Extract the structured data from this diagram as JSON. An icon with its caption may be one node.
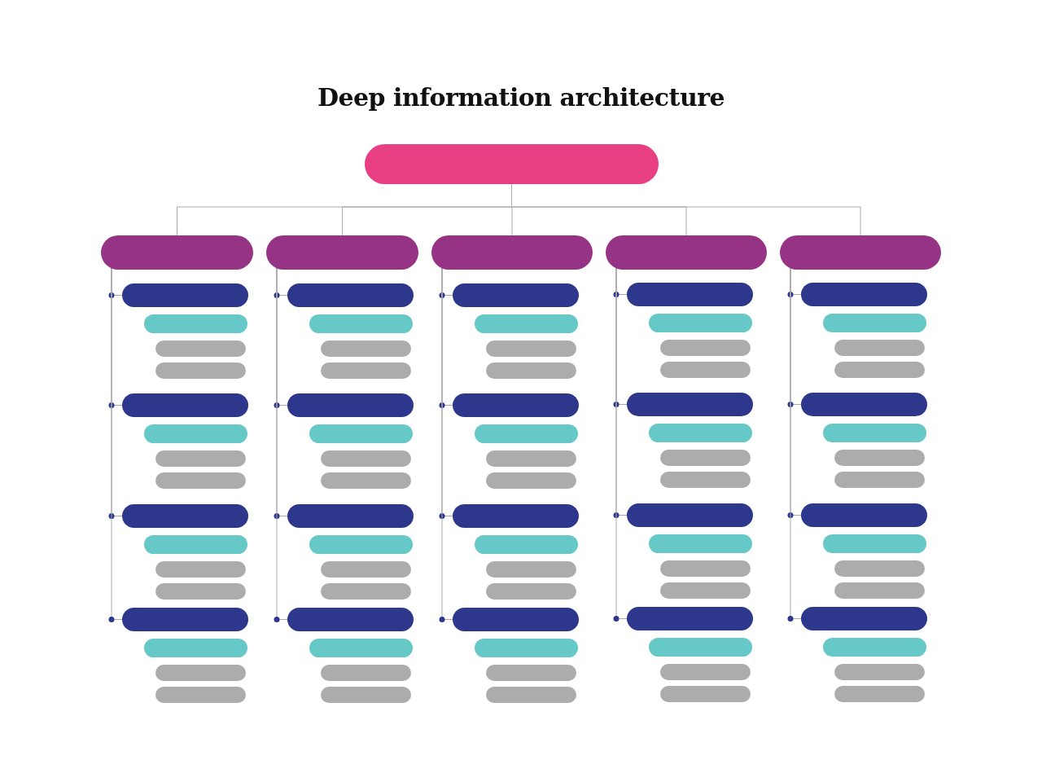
{
  "diagram": {
    "title": "Deep information architecture",
    "nodes": [
      {
        "text": [],
        "shape": "bar"
      },
      {
        "text": [],
        "shape": "bar"
      },
      {
        "text": [],
        "shape": "bar"
      },
      {
        "text": [],
        "shape": "bar"
      },
      {
        "text": [],
        "shape": "bar"
      },
      {
        "text": [],
        "shape": "bar"
      },
      {
        "text": [],
        "shape": "bar"
      },
      {
        "text": [],
        "shape": "bar"
      },
      {
        "text": [],
        "shape": "bar"
      },
      {
        "text": [],
        "shape": "bar"
      },
      {
        "text": [],
        "shape": "bar"
      },
      {
        "text": [],
        "shape": "bar"
      },
      {
        "text": [],
        "shape": "bar"
      },
      {
        "text": [],
        "shape": "bar"
      },
      {
        "text": [],
        "shape": "bar"
      },
      {
        "text": [],
        "shape": "bar"
      },
      {
        "text": [],
        "shape": "bar"
      },
      {
        "text": [],
        "shape": "bar"
      },
      {
        "text": [],
        "shape": "bar"
      },
      {
        "text": [],
        "shape": "bar"
      },
      {
        "text": [],
        "shape": "bar"
      },
      {
        "text": [],
        "shape": "bar"
      },
      {
        "text": [],
        "shape": "bar"
      },
      {
        "text": [],
        "shape": "bar"
      },
      {
        "text": [],
        "shape": "bar"
      },
      {
        "text": [],
        "shape": "bar"
      },
      {
        "text": [],
        "shape": "bar"
      },
      {
        "text": [],
        "shape": "bar"
      },
      {
        "text": [],
        "shape": "bar"
      },
      {
        "text": [],
        "shape": "bar"
      },
      {
        "text": [],
        "shape": "bar"
      },
      {
        "text": [],
        "shape": "bar"
      },
      {
        "text": [],
        "shape": "bar"
      },
      {
        "text": [],
        "shape": "bar"
      },
      {
        "text": [],
        "shape": "bar"
      },
      {
        "text": [],
        "shape": "bar"
      },
      {
        "text": [],
        "shape": "bar"
      },
      {
        "text": [],
        "shape": "bar"
      },
      {
        "text": [],
        "shape": "bar"
      },
      {
        "text": [],
        "shape": "bar"
      },
      {
        "text": [],
        "shape": "bar"
      },
      {
        "text": [],
        "shape": "bar"
      },
      {
        "text": [],
        "shape": "bar"
      },
      {
        "text": [],
        "shape": "bar"
      },
      {
        "text": [],
        "shape": "bar"
      },
      {
        "text": [],
        "shape": "bar"
      },
      {
        "text": [],
        "shape": "bar"
      },
      {
        "text": [],
        "shape": "bar"
      },
      {
        "text": [],
        "shape": "bar"
      },
      {
        "text": [],
        "shape": "bar"
      },
      {
        "text": [],
        "shape": "bar"
      },
      {
        "text": [],
        "shape": "bar"
      },
      {
        "text": [],
        "shape": "bar"
      },
      {
        "text": [],
        "shape": "bar"
      },
      {
        "text": [],
        "shape": "bar"
      },
      {
        "text": [],
        "shape": "bar"
      },
      {
        "text": [],
        "shape": "bar"
      },
      {
        "text": [],
        "shape": "bar"
      },
      {
        "text": [],
        "shape": "bar"
      },
      {
        "text": [],
        "shape": "bar"
      },
      {
        "text": [],
        "shape": "bar"
      },
      {
        "text": [],
        "shape": "bar"
      },
      {
        "text": [],
        "shape": "bar"
      },
      {
        "text": [],
        "shape": "bar"
      },
      {
        "text": [],
        "shape": "bar"
      },
      {
        "text": [],
        "shape": "bar"
      },
      {
        "text": [],
        "shape": "bar"
      },
      {
        "text": [],
        "shape": "bar"
      },
      {
        "text": [],
        "shape": "bar"
      },
      {
        "text": [],
        "shape": "bar"
      },
      {
        "text": [],
        "shape": "bar"
      },
      {
        "text": [],
        "shape": "bar"
      },
      {
        "text": [],
        "shape": "bar"
      },
      {
        "text": [],
        "shape": "bar"
      },
      {
        "text": [],
        "shape": "bar"
      },
      {
        "text": [],
        "shape": "bar"
      },
      {
        "text": [],
        "shape": "bar"
      },
      {
        "text": [],
        "shape": "bar"
      },
      {
        "text": [],
        "shape": "bar"
      },
      {
        "text": [],
        "shape": "bar"
      },
      {
        "text": [],
        "shape": "bar"
      },
      {
        "text": [],
        "shape": "bar"
      },
      {
        "text": [],
        "shape": "bar"
      },
      {
        "text": [],
        "shape": "bar"
      },
      {
        "text": [],
        "shape": "bar"
      },
      {
        "text": [],
        "shape": "bar"
      }
    ],
    "edges": [
      {
        "from": 0,
        "to": 1,
        "arrow": "none"
      },
      {
        "from": 0,
        "to": 2,
        "arrow": "none"
      },
      {
        "from": 0,
        "to": 3,
        "arrow": "none"
      },
      {
        "from": 0,
        "to": 4,
        "arrow": "none"
      },
      {
        "from": 0,
        "to": 5,
        "arrow": "none"
      },
      {
        "from": 1,
        "to": 6,
        "arrow": "other"
      },
      {
        "from": 1,
        "to": 10,
        "arrow": "other"
      },
      {
        "from": 1,
        "to": 14,
        "arrow": "other"
      },
      {
        "from": 1,
        "to": 18,
        "arrow": "other"
      },
      {
        "from": 2,
        "to": 22,
        "arrow": "other"
      },
      {
        "from": 2,
        "to": 26,
        "arrow": "other"
      },
      {
        "from": 2,
        "to": 30,
        "arrow": "other"
      },
      {
        "from": 2,
        "to": 34,
        "arrow": "other"
      },
      {
        "from": 3,
        "to": 38,
        "arrow": "other"
      },
      {
        "from": 3,
        "to": 42,
        "arrow": "other"
      },
      {
        "from": 3,
        "to": 46,
        "arrow": "other"
      },
      {
        "from": 3,
        "to": 50,
        "arrow": "other"
      },
      {
        "from": 4,
        "to": 54,
        "arrow": "other"
      },
      {
        "from": 4,
        "to": 58,
        "arrow": "other"
      },
      {
        "from": 4,
        "to": 62,
        "arrow": "other"
      },
      {
        "from": 4,
        "to": 66,
        "arrow": "other"
      },
      {
        "from": 5,
        "to": 70,
        "arrow": "other"
      },
      {
        "from": 5,
        "to": 74,
        "arrow": "other"
      },
      {
        "from": 5,
        "to": 78,
        "arrow": "other"
      },
      {
        "from": 5,
        "to": 82,
        "arrow": "other"
      }
    ]
  }
}
